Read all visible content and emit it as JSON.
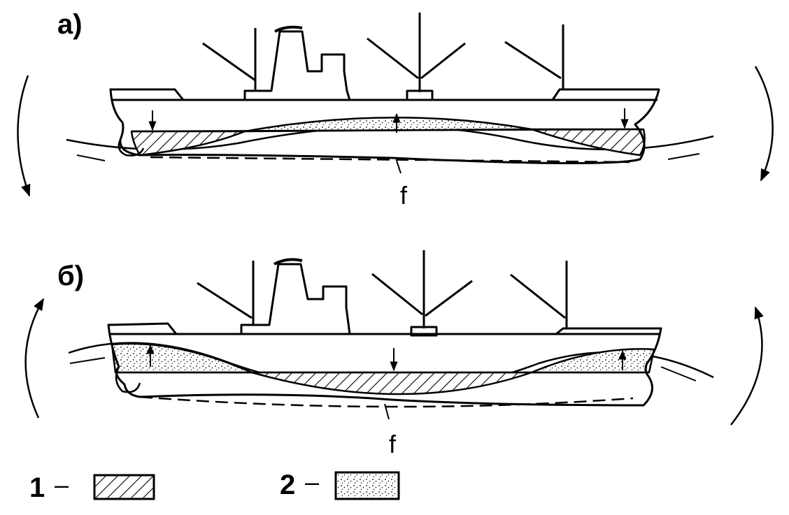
{
  "panels": [
    {
      "label": "а)",
      "deflection_label": "f"
    },
    {
      "label": "б)",
      "deflection_label": "f"
    }
  ],
  "legend": [
    {
      "number": "1",
      "dash": "–",
      "fill": "hatched"
    },
    {
      "number": "2",
      "dash": "–",
      "fill": "dotted"
    }
  ],
  "colors": {
    "ink": "#000000",
    "paper": "#ffffff"
  }
}
